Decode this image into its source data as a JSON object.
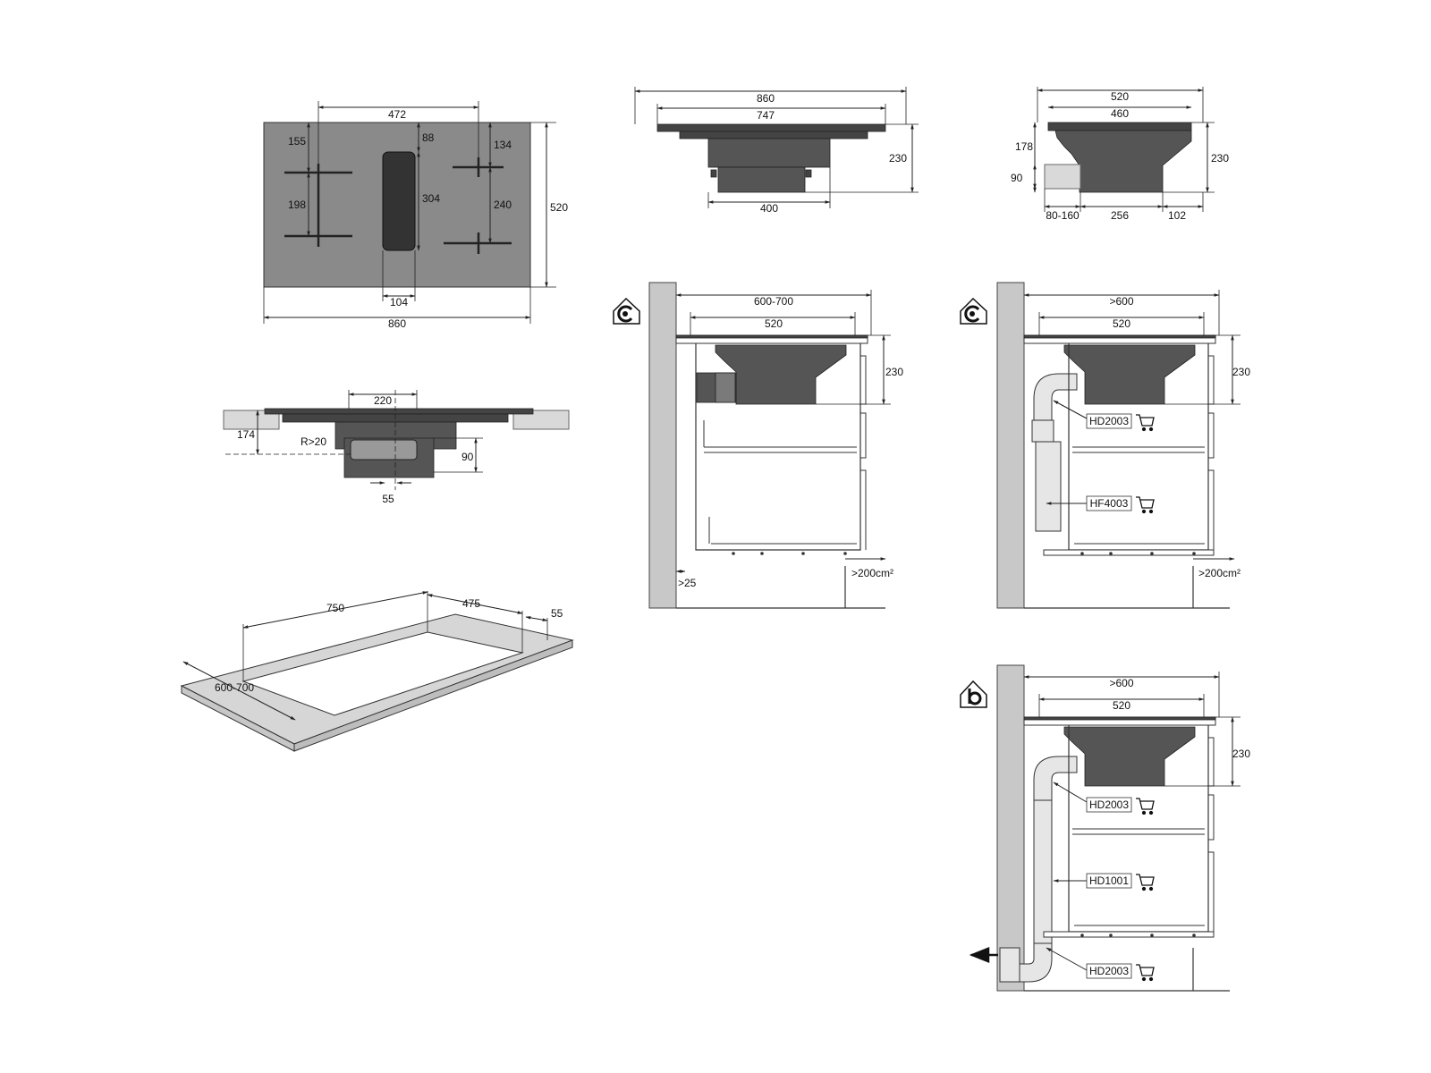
{
  "top_view": {
    "width": "860",
    "depth": "520",
    "zone_span": "472",
    "left_top": "155",
    "left_mid": "198",
    "vent_top": "88",
    "vent_len": "304",
    "vent_width": "104",
    "right_top": "134",
    "right_mid": "240"
  },
  "front_view": {
    "width": "860",
    "inner": "747",
    "height": "230",
    "motor": "400"
  },
  "side_view": {
    "width": "520",
    "inner": "460",
    "depth": "178",
    "duct": "90",
    "height": "230",
    "duct_len": "80-160",
    "motor": "256",
    "offset": "102"
  },
  "section_view": {
    "top": "220",
    "depth": "174",
    "radius": "R>20",
    "duct": "90",
    "gap": "55"
  },
  "cutout_view": {
    "length": "750",
    "width": "475",
    "edge": "55",
    "worktop": "600-700"
  },
  "install_a": {
    "cabinet": "600-700",
    "hob": "520",
    "height": "230",
    "gap": ">25",
    "vent": ">200cm²"
  },
  "install_b": {
    "cabinet": ">600",
    "hob": "520",
    "height": "230",
    "part1": "HD2003",
    "part2": "HF4003",
    "vent": ">200cm²"
  },
  "install_c": {
    "cabinet": ">600",
    "hob": "520",
    "height": "230",
    "part1": "HD2003",
    "part2": "HD1001",
    "part3": "HD2003"
  }
}
